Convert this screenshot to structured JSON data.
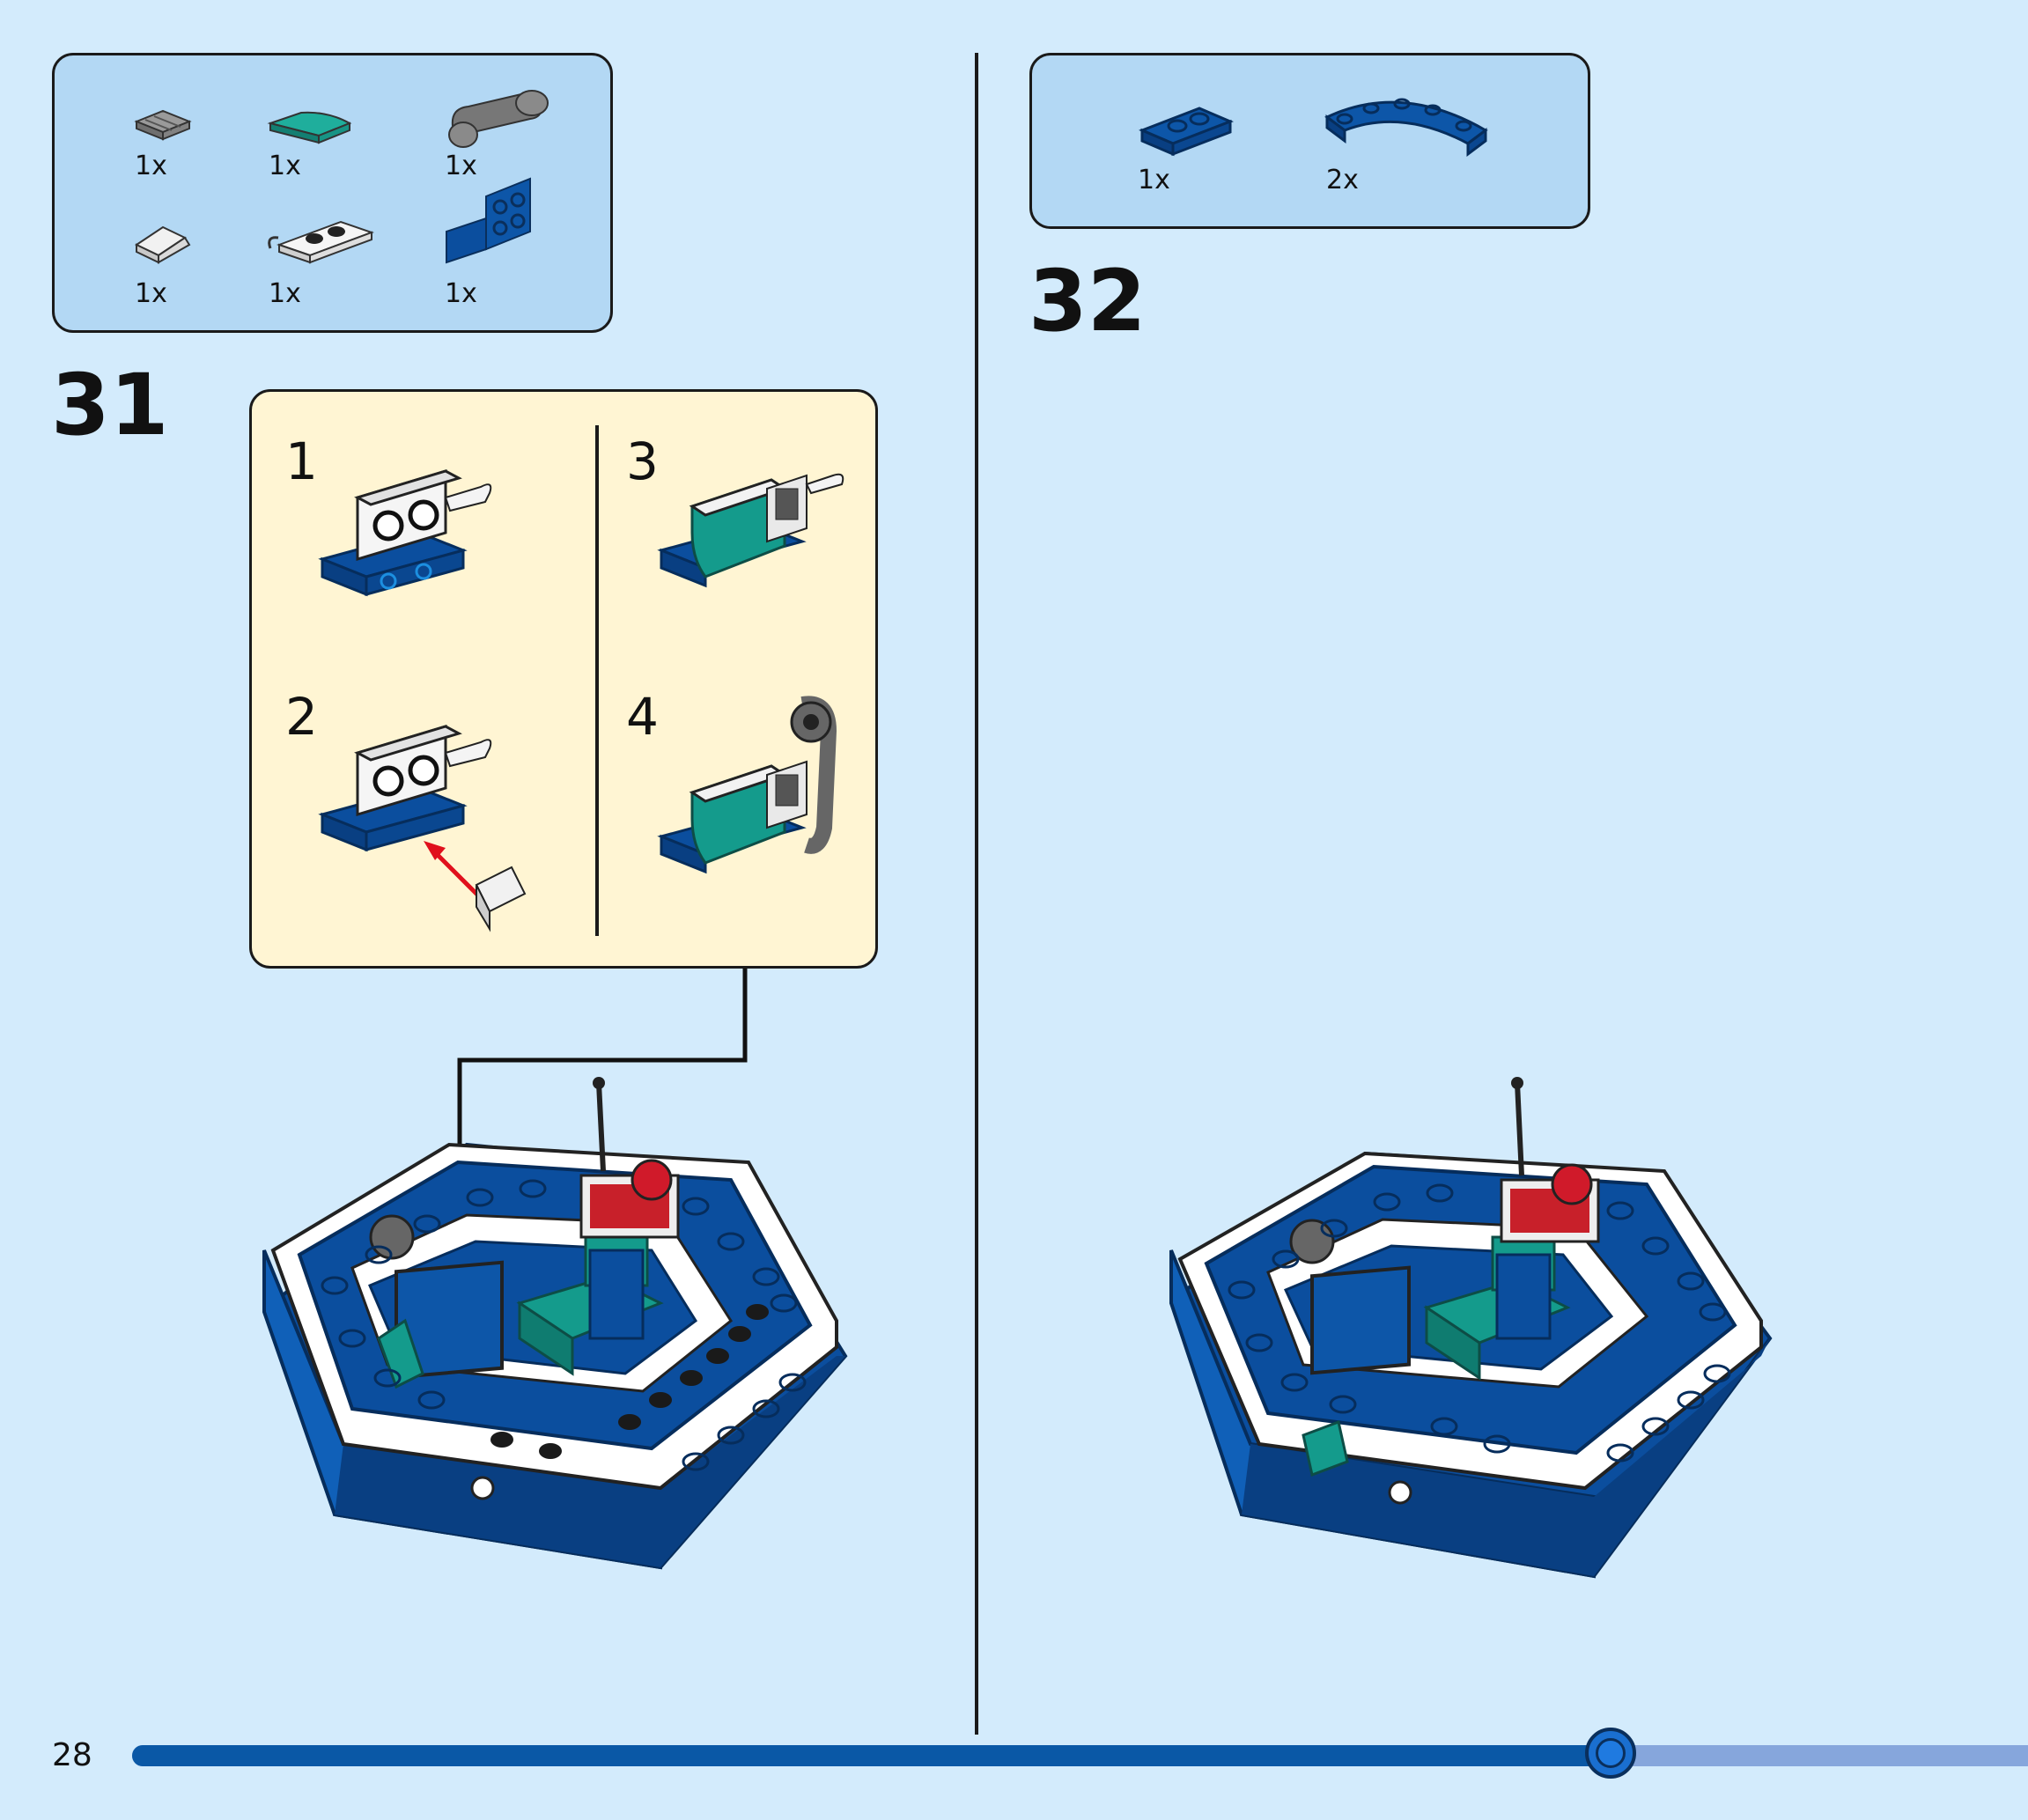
{
  "page_number": "28",
  "colors": {
    "background": "#d3ebfc",
    "parts_box": "#b3d8f4",
    "sub_box": "#fff5d3",
    "brick_blue": "#0b4e9e",
    "brick_teal": "#149b8c",
    "progress_done": "#0a58a6",
    "progress_remaining": "#86a6dc"
  },
  "progress": {
    "fraction": 0.78
  },
  "steps": [
    {
      "number": "31",
      "parts": [
        {
          "qty": "1x",
          "icon": "grille-tile-icon"
        },
        {
          "qty": "1x",
          "icon": "teal-curved-slope-icon"
        },
        {
          "qty": "1x",
          "icon": "telephone-handset-icon"
        },
        {
          "qty": "1x",
          "icon": "white-slope-icon"
        },
        {
          "qty": "1x",
          "icon": "plate-with-clip-icon"
        },
        {
          "qty": "1x",
          "icon": "blue-bracket-icon"
        }
      ],
      "substeps": [
        "1",
        "2",
        "3",
        "4"
      ]
    },
    {
      "number": "32",
      "parts": [
        {
          "qty": "1x",
          "icon": "blue-plate-1x2-icon"
        },
        {
          "qty": "2x",
          "icon": "blue-round-corner-plate-icon"
        }
      ]
    }
  ]
}
